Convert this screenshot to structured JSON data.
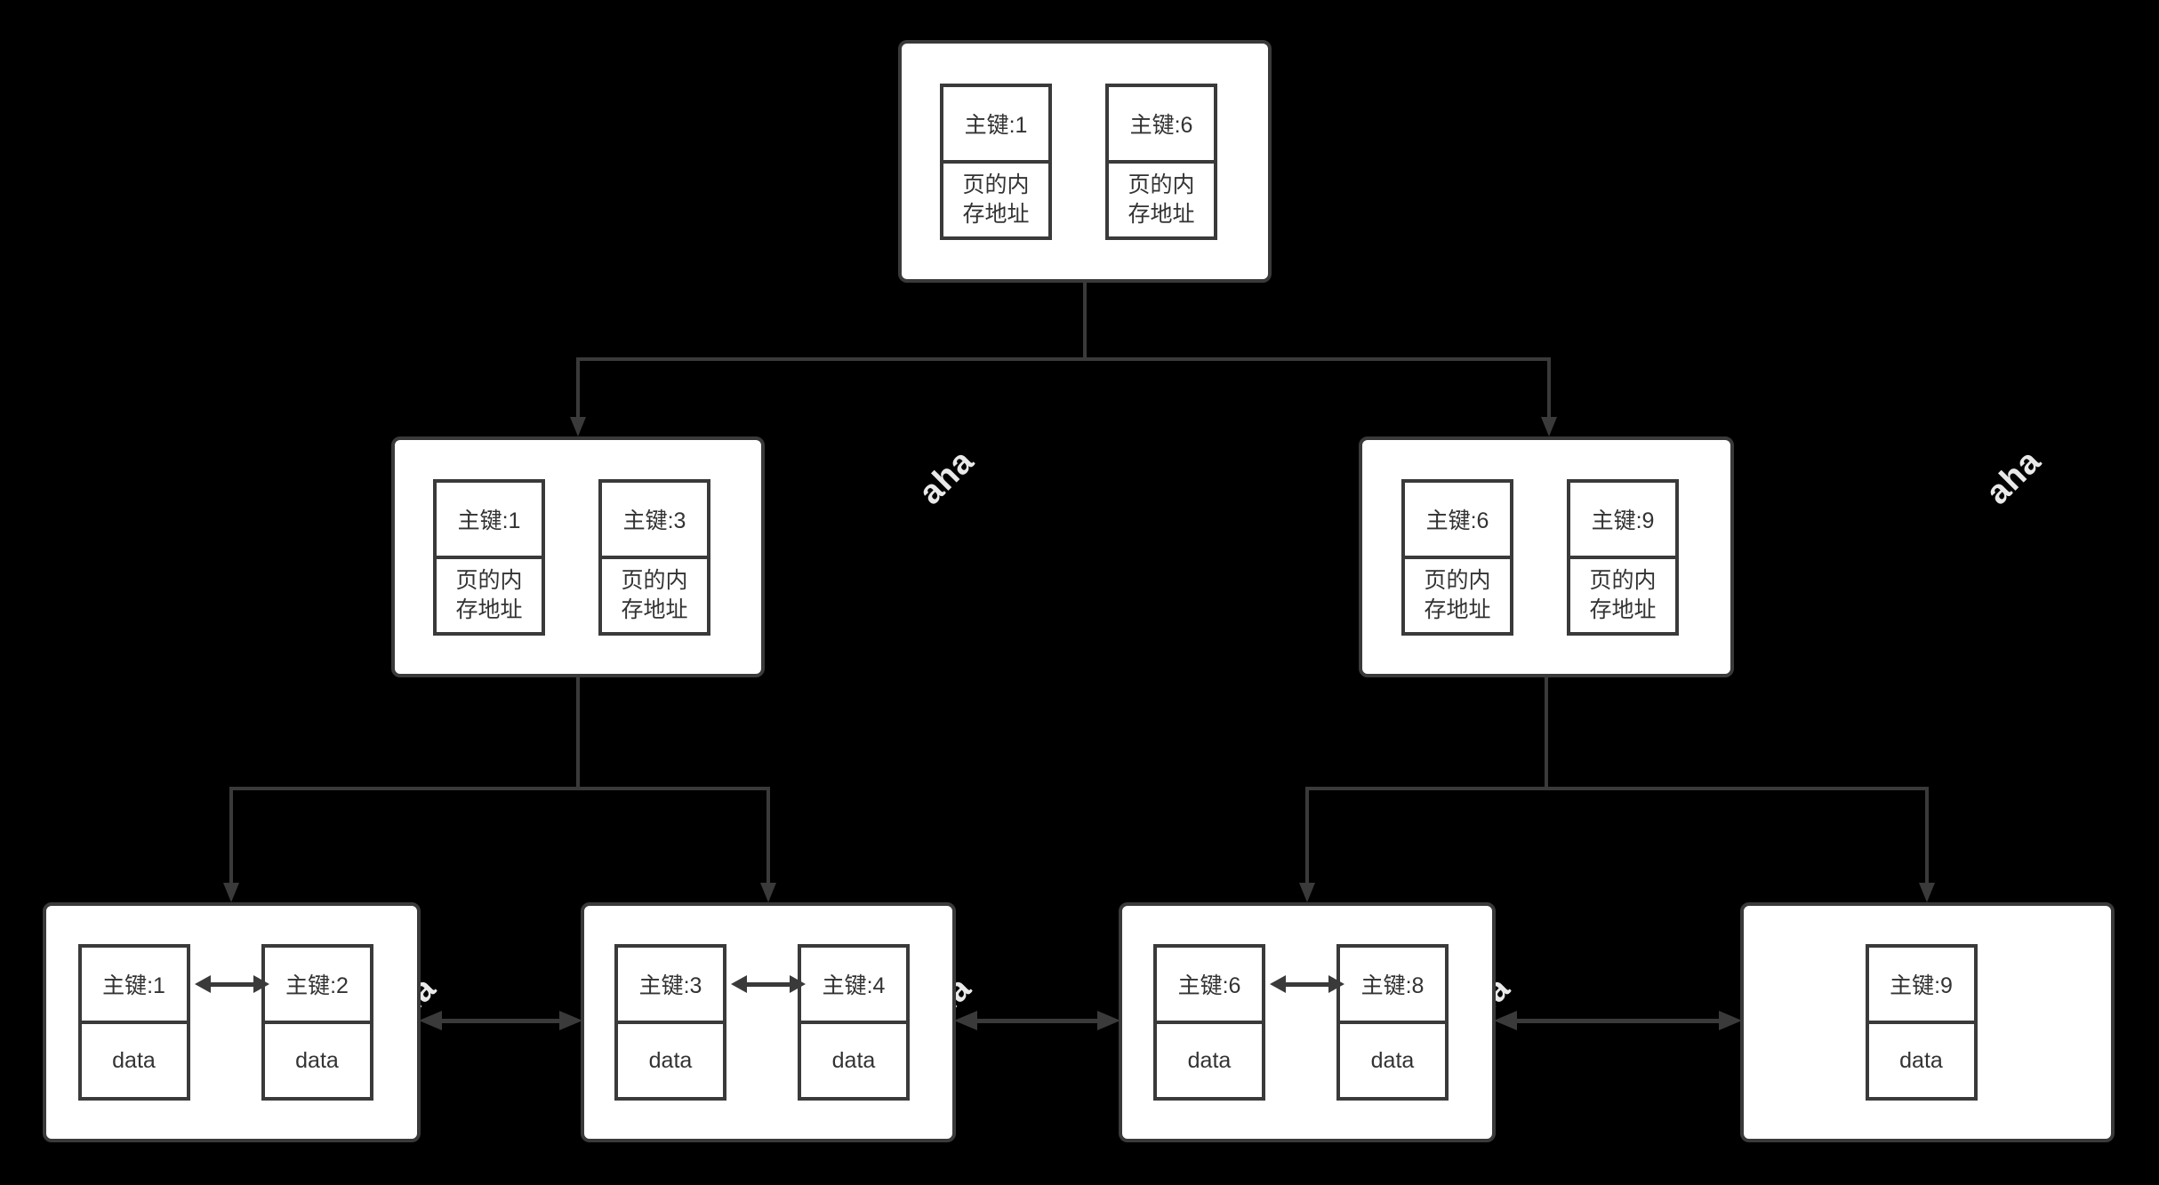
{
  "colors": {
    "background": "#000000",
    "stroke": "#3a3a3a",
    "node_background": "#ffffff",
    "text": "#333333",
    "watermark": "#e9e9e9"
  },
  "watermark": {
    "text": "aha"
  },
  "nodes": {
    "root": {
      "cells": [
        {
          "key": "主键:1",
          "value": "页的内\n存地址"
        },
        {
          "key": "主键:6",
          "value": "页的内\n存地址"
        }
      ]
    },
    "internal_left": {
      "cells": [
        {
          "key": "主键:1",
          "value": "页的内\n存地址"
        },
        {
          "key": "主键:3",
          "value": "页的内\n存地址"
        }
      ]
    },
    "internal_right": {
      "cells": [
        {
          "key": "主键:6",
          "value": "页的内\n存地址"
        },
        {
          "key": "主键:9",
          "value": "页的内\n存地址"
        }
      ]
    },
    "leaf1": {
      "cells": [
        {
          "key": "主键:1",
          "value": "data"
        },
        {
          "key": "主键:2",
          "value": "data"
        }
      ]
    },
    "leaf2": {
      "cells": [
        {
          "key": "主键:3",
          "value": "data"
        },
        {
          "key": "主键:4",
          "value": "data"
        }
      ]
    },
    "leaf3": {
      "cells": [
        {
          "key": "主键:6",
          "value": "data"
        },
        {
          "key": "主键:8",
          "value": "data"
        }
      ]
    },
    "leaf4": {
      "cells": [
        {
          "key": "主键:9",
          "value": "data"
        }
      ]
    }
  }
}
